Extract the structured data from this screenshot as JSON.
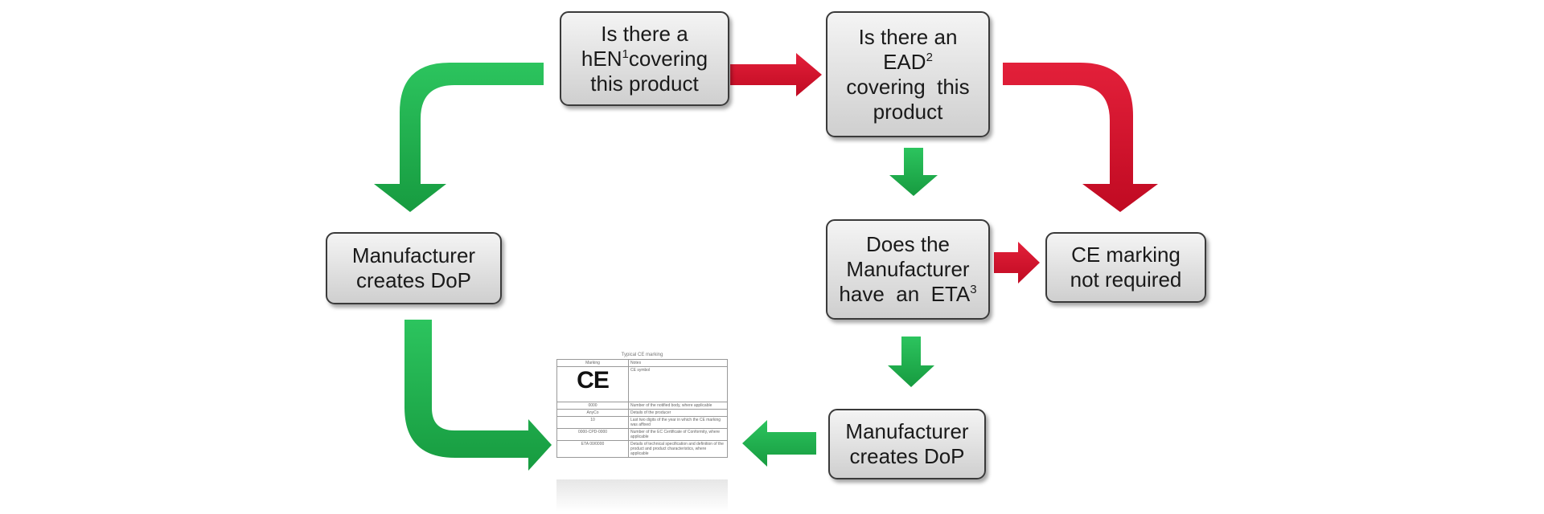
{
  "colors": {
    "yes_arrow": "#1cae4a",
    "no_arrow": "#d4112c",
    "box_border": "#3a3a3a"
  },
  "nodes": {
    "hen": {
      "line1": "Is there a",
      "line2_a": "hEN",
      "line2_sup": "1",
      "line2_b": "covering",
      "line3": "this product"
    },
    "ead": {
      "line1": "Is there an",
      "line2_a": "EAD",
      "line2_sup": "2",
      "line3": "covering  this",
      "line4": "product"
    },
    "manufacturer_dop_left": {
      "line1": "Manufacturer",
      "line2": "creates DoP"
    },
    "eta": {
      "line1": "Does the",
      "line2": "Manufacturer",
      "line3_a": "have  an  ETA",
      "line3_sup": "3"
    },
    "ce_not_required": {
      "line1": "CE marking",
      "line2": "not required"
    },
    "manufacturer_dop_right": {
      "line1": "Manufacturer",
      "line2": "creates DoP"
    }
  },
  "ce_marking_doc": {
    "title": "Typical CE marking",
    "header": [
      "Marking",
      "Notes"
    ],
    "rows": [
      {
        "mark": "CE",
        "note": "CE symbol"
      },
      {
        "mark": "0000",
        "note": "Number of the notified body, where applicable"
      },
      {
        "mark": "AnyCo",
        "note": "Details of the producer"
      },
      {
        "mark": "10",
        "note": "Last two digits of the year in which the CE marking was affixed"
      },
      {
        "mark": "0000-CPD-0000",
        "note": "Number of the EC Certificate of Conformity, where applicable"
      },
      {
        "mark": "ETA 00/0000",
        "note": "Details of technical specification and definition of the product and product characteristics, where applicable"
      }
    ]
  }
}
